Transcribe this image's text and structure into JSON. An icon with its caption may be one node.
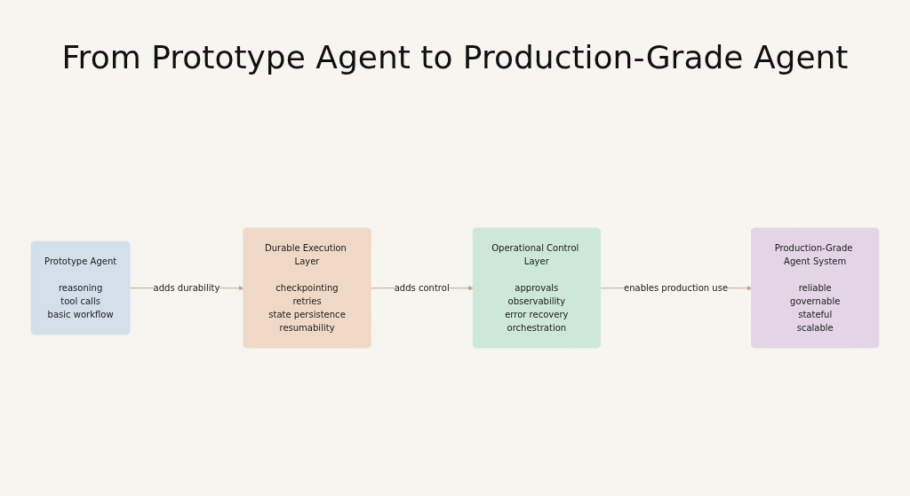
{
  "diagram": {
    "title": "From Prototype Agent to Production-Grade Agent",
    "nodes": [
      {
        "text": [
          "Prototype Agent",
          "reasoning",
          "tool calls",
          "basic workflow"
        ]
      },
      {
        "text": [
          "Durable Execution Layer",
          "checkpointing",
          "retries",
          "state persistence",
          "resumability"
        ]
      },
      {
        "text": [
          "Operational Control Layer",
          "approvals",
          "observability",
          "error recovery",
          "orchestration"
        ]
      },
      {
        "text": [
          "Production-Grade Agent System",
          "reliable",
          "governable",
          "stateful",
          "scalable"
        ]
      }
    ],
    "edges": [
      {
        "from": 0,
        "to": 1,
        "arrow": "to",
        "label": "adds durability"
      },
      {
        "from": 1,
        "to": 2,
        "arrow": "to",
        "label": "adds control"
      },
      {
        "from": 2,
        "to": 3,
        "arrow": "to",
        "label": "enables production use"
      }
    ]
  }
}
